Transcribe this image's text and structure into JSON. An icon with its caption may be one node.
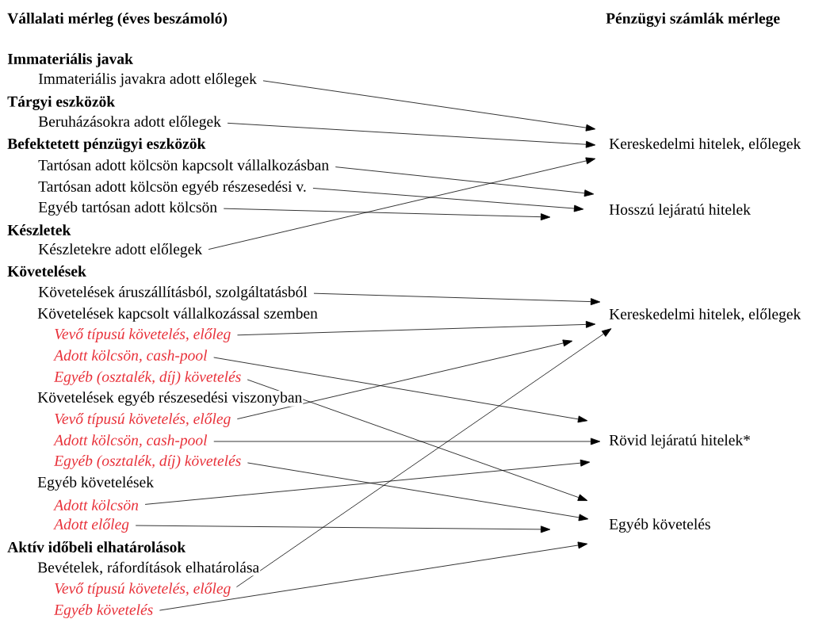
{
  "diagram": {
    "nodes": [
      {
        "text": [
          "Immateriális javakra adott előlegek"
        ]
      },
      {
        "text": [
          "Beruházásokra adott előlegek"
        ]
      },
      {
        "text": [
          "Tartósan adott kölcsön kapcsolt vállalkozásban"
        ]
      },
      {
        "text": [
          "Tartósan adott kölcsön egyéb részesedési v."
        ]
      },
      {
        "text": [
          "Egyéb tartósan adott kölcsön"
        ]
      },
      {
        "text": [
          "Készletekre adott előlegek"
        ]
      },
      {
        "text": [
          "Követelések áruszállításból, szolgáltatásból"
        ]
      },
      {
        "text": [
          "Vevő típusú követelés, előleg"
        ]
      },
      {
        "text": [
          "Adott kölcsön, cash-pool"
        ]
      },
      {
        "text": [
          "Egyéb (osztalék, díj) követelés"
        ]
      },
      {
        "text": [
          "Vevő típusú követelés, előleg"
        ]
      },
      {
        "text": [
          "Adott kölcsön, cash-pool"
        ]
      },
      {
        "text": [
          "Egyéb (osztalék, díj) követelés"
        ]
      },
      {
        "text": [
          "Adott kölcsön"
        ]
      },
      {
        "text": [
          "Adott előleg"
        ]
      },
      {
        "text": [
          "Vevő típusú követelés, előleg"
        ]
      },
      {
        "text": [
          "Egyéb követelés"
        ]
      },
      {
        "text": [
          "Kereskedelmi hitelek, előlegek"
        ]
      },
      {
        "text": [
          "Hosszú lejáratú hitelek"
        ]
      },
      {
        "text": [
          "Kereskedelmi hitelek, előlegek"
        ]
      },
      {
        "text": [
          "Rövid lejáratú hitelek*"
        ]
      },
      {
        "text": [
          "Egyéb követelés"
        ]
      }
    ],
    "edges": [
      {
        "from": 0,
        "to": 17,
        "arrow": "to"
      },
      {
        "from": 1,
        "to": 17,
        "arrow": "to"
      },
      {
        "from": 2,
        "to": 18,
        "arrow": "to"
      },
      {
        "from": 3,
        "to": 18,
        "arrow": "to"
      },
      {
        "from": 4,
        "to": 18,
        "arrow": "to"
      },
      {
        "from": 5,
        "to": 17,
        "arrow": "to"
      },
      {
        "from": 6,
        "to": 19,
        "arrow": "to"
      },
      {
        "from": 7,
        "to": 19,
        "arrow": "to"
      },
      {
        "from": 8,
        "to": 20,
        "arrow": "to"
      },
      {
        "from": 9,
        "to": 21,
        "arrow": "to"
      },
      {
        "from": 10,
        "to": 19,
        "arrow": "to"
      },
      {
        "from": 11,
        "to": 20,
        "arrow": "to"
      },
      {
        "from": 12,
        "to": 21,
        "arrow": "to"
      },
      {
        "from": 13,
        "to": 20,
        "arrow": "to"
      },
      {
        "from": 14,
        "to": 21,
        "arrow": "to"
      },
      {
        "from": 15,
        "to": 19,
        "arrow": "to"
      },
      {
        "from": 16,
        "to": 21,
        "arrow": "to"
      }
    ],
    "labels": [
      "Vállalati mérleg (éves beszámoló)",
      "Pénzügyi számlák mérlege",
      "Immateriális javak",
      "Tárgyi eszközök",
      "Befektetett pénzügyi eszközök",
      "Készletek",
      "Követelések",
      "Követelések kapcsolt vállalkozással szemben",
      "Követelések egyéb részesedési viszonyban",
      "Egyéb követelések",
      "Aktív időbeli elhatárolások",
      "Bevételek, ráfordítások elhatárolása"
    ]
  }
}
